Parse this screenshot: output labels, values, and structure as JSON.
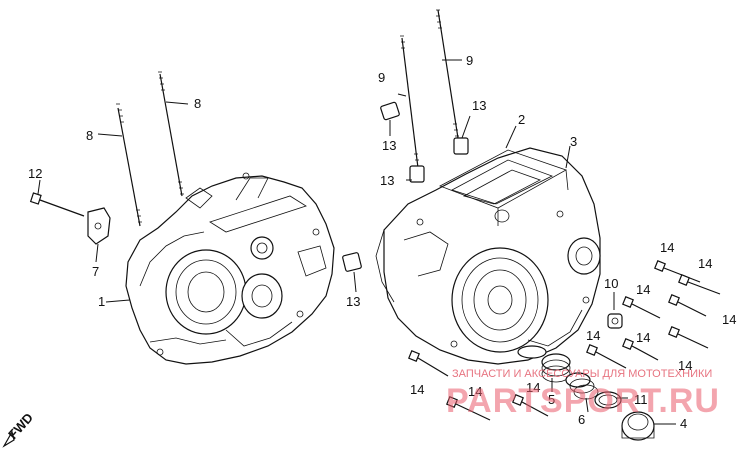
{
  "callouts": [
    {
      "id": "c1",
      "text": "1"
    },
    {
      "id": "c2",
      "text": "2"
    },
    {
      "id": "c3",
      "text": "3"
    },
    {
      "id": "c4",
      "text": "4"
    },
    {
      "id": "c5",
      "text": "5"
    },
    {
      "id": "c6",
      "text": "6"
    },
    {
      "id": "c7",
      "text": "7"
    },
    {
      "id": "c8a",
      "text": "8"
    },
    {
      "id": "c8b",
      "text": "8"
    },
    {
      "id": "c9a",
      "text": "9"
    },
    {
      "id": "c9b",
      "text": "9"
    },
    {
      "id": "c10",
      "text": "10"
    },
    {
      "id": "c11",
      "text": "11"
    },
    {
      "id": "c12",
      "text": "12"
    },
    {
      "id": "c13a",
      "text": "13"
    },
    {
      "id": "c13b",
      "text": "13"
    },
    {
      "id": "c13c",
      "text": "13"
    },
    {
      "id": "c13d",
      "text": "13"
    },
    {
      "id": "c14a",
      "text": "14"
    },
    {
      "id": "c14b",
      "text": "14"
    },
    {
      "id": "c14c",
      "text": "14"
    },
    {
      "id": "c14d",
      "text": "14"
    },
    {
      "id": "c14e",
      "text": "14"
    },
    {
      "id": "c14f",
      "text": "14"
    },
    {
      "id": "c14g",
      "text": "14"
    },
    {
      "id": "c14h",
      "text": "14"
    },
    {
      "id": "c14i",
      "text": "14"
    },
    {
      "id": "c14j",
      "text": "14"
    }
  ],
  "direction_label": "FWD",
  "watermark": {
    "tagline": "ЗАПЧАСТИ И АКСЕССУАРЫ ДЛЯ МОТОТЕХНИКИ",
    "brand": "PARTSPORT.RU"
  }
}
